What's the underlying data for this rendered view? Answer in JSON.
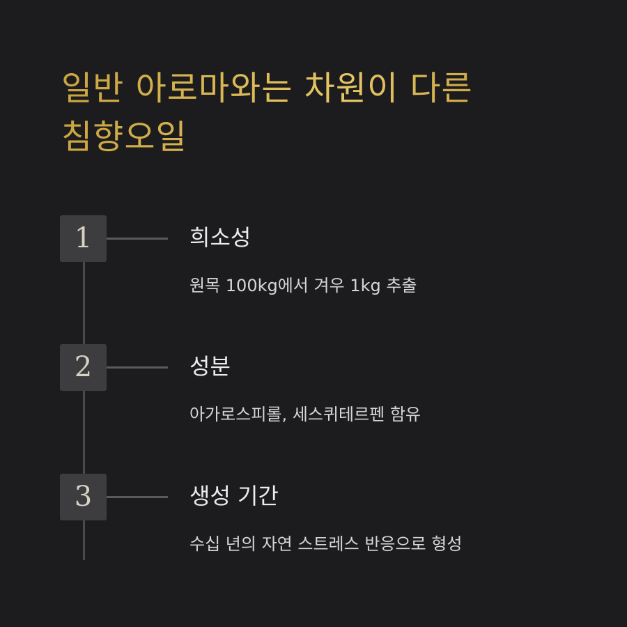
{
  "title_line1": "일반 아로마와는 차원이 다른",
  "title_line2": "침향오일",
  "steps": [
    {
      "number": "1",
      "title": "희소성",
      "description": "원목 100kg에서 겨우 1kg 추출"
    },
    {
      "number": "2",
      "title": "성분",
      "description": "아가로스피롤, 세스퀴테르펜 함유"
    },
    {
      "number": "3",
      "title": "생성 기간",
      "description": "수십 년의 자연 스트레스 반응으로 형성"
    }
  ],
  "colors": {
    "background": "#1c1c1e",
    "title_gold": "#d4b04f",
    "box": "#3d3d3f",
    "line": "#4a4a4a",
    "text": "#ececec"
  }
}
